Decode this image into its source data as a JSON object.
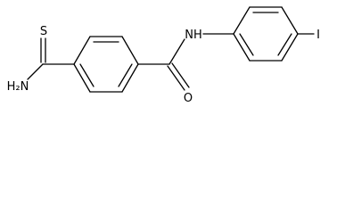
{
  "molecule": {
    "atoms": {
      "S": "S",
      "NH2": "H₂N",
      "O": "O",
      "NH": "NH",
      "I": "I"
    }
  }
}
